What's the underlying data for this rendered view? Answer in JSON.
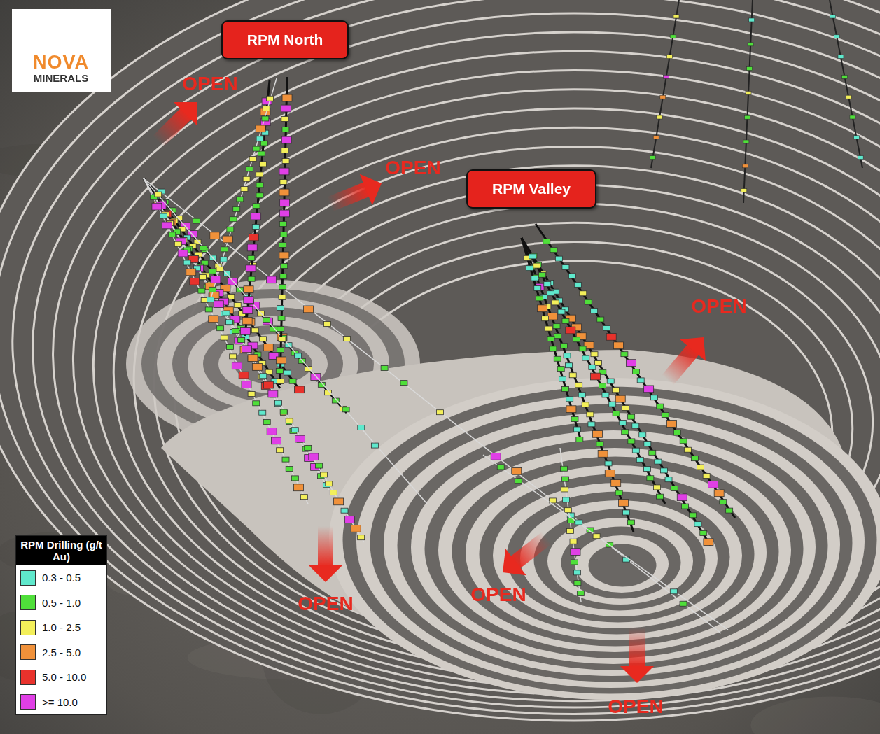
{
  "diagram": {
    "nodes": [
      {
        "text": [
          "RPM North"
        ]
      },
      {
        "text": [
          "RPM Valley"
        ]
      }
    ],
    "edges": [],
    "labels": [
      "NOVA",
      "MINERALS",
      "OPEN",
      "OPEN",
      "OPEN",
      "OPEN",
      "OPEN",
      "OPEN",
      "RPM Drilling (g/t Au)"
    ],
    "legend": [
      {
        "text": "0.3 - 0.5",
        "color": "#5fe8cc"
      },
      {
        "text": "0.5 - 1.0",
        "color": "#4fdf3a"
      },
      {
        "text": "1.0 - 2.5",
        "color": "#f3ef5a"
      },
      {
        "text": "2.5 - 5.0",
        "color": "#f0913a"
      },
      {
        "text": "5.0 - 10.0",
        "color": "#e8322c"
      },
      {
        "text": ">= 10.0",
        "color": "#e03fe6"
      }
    ]
  }
}
